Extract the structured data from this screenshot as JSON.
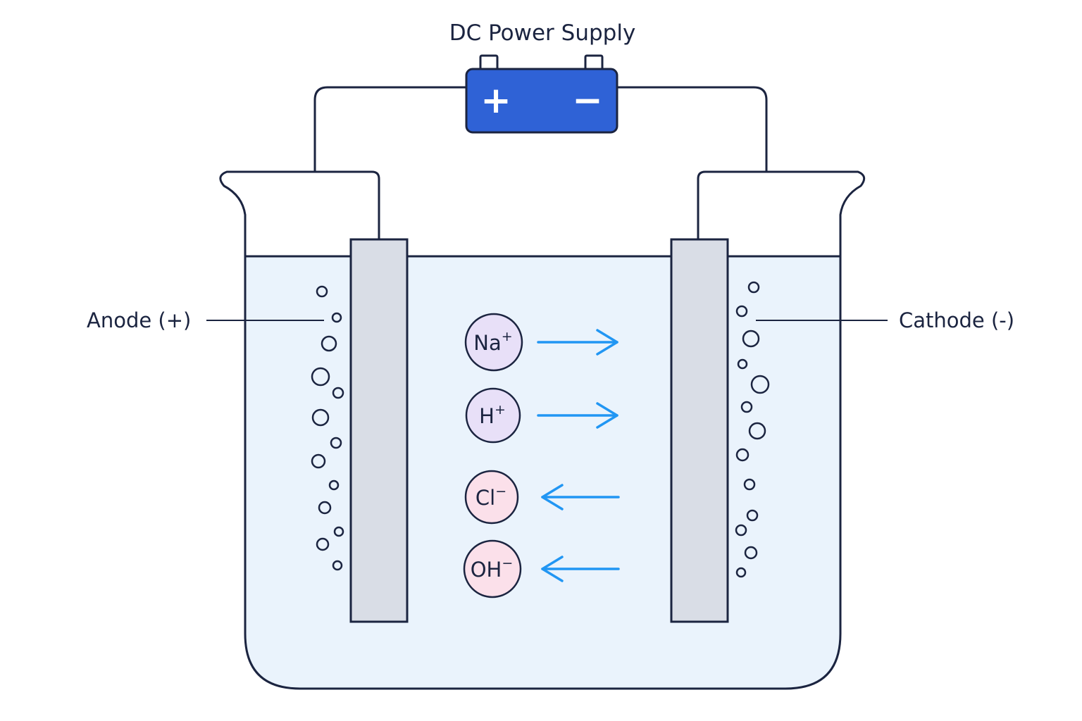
{
  "title": "DC Power Supply",
  "power_supply": {
    "positive_symbol": "+",
    "negative_symbol": "−",
    "color": "#2f62d6"
  },
  "labels": {
    "anode": "Anode (+)",
    "cathode": "Cathode (-)"
  },
  "ions": [
    {
      "base": "Na",
      "charge": "+",
      "direction": "toward-cathode",
      "color": "#e8e0f8"
    },
    {
      "base": "H",
      "charge": "+",
      "direction": "toward-cathode",
      "color": "#e8e0f8"
    },
    {
      "base": "Cl",
      "charge": "−",
      "direction": "toward-anode",
      "color": "#fbe0ea"
    },
    {
      "base": "OH",
      "charge": "−",
      "direction": "toward-anode",
      "color": "#fbe0ea"
    }
  ],
  "colors": {
    "outline": "#1b2440",
    "solution": "#eaf3fc",
    "electrode": "#d9dde6",
    "arrow": "#2196f3"
  }
}
